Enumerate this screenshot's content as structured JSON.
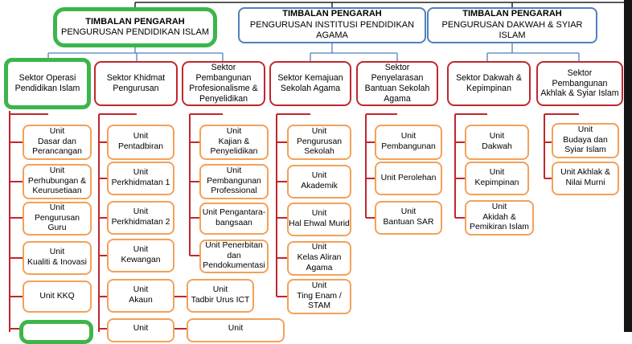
{
  "top_units": [
    {
      "id": "t1",
      "title": "TIMBALAN PENGARAH",
      "sub": "PENGURUSAN PENDIDIKAN ISLAM",
      "highlight": true
    },
    {
      "id": "t2",
      "title": "TIMBALAN PENGARAH",
      "sub": "PENGURUSAN INSTITUSI PENDIDIKAN\nAGAMA",
      "highlight": false
    },
    {
      "id": "t3",
      "title": "TIMBALAN PENGARAH",
      "sub": "PENGURUSAN DAKWAH & SYIAR\nISLAM",
      "highlight": false
    }
  ],
  "sectors": [
    {
      "id": "s1",
      "label": "Sektor Operasi\nPendidikan Islam",
      "highlight": true
    },
    {
      "id": "s2",
      "label": "Sektor Khidmat\nPengurusan",
      "highlight": false
    },
    {
      "id": "s3",
      "label": "Sektor\nPembangunan\nProfesionalisme &\nPenyelidikan",
      "highlight": false
    },
    {
      "id": "s4",
      "label": "Sektor Kemajuan\nSekolah Agama",
      "highlight": false
    },
    {
      "id": "s5",
      "label": "Sektor Penyelarasan\nBantuan Sekolah\nAgama",
      "highlight": false
    },
    {
      "id": "s6",
      "label": "Sektor Dakwah &\nKepimpinan",
      "highlight": false
    },
    {
      "id": "s7",
      "label": "Sektor\nPembangunan\nAkhlak & Syiar Islam",
      "highlight": false
    }
  ],
  "units": [
    {
      "id": "u1a",
      "label": "Unit\nDasar dan\nPerancangan"
    },
    {
      "id": "u1b",
      "label": "Unit\nPerhubungan &\nKeurusetiaan"
    },
    {
      "id": "u1c",
      "label": "Unit\nPengurusan\nGuru"
    },
    {
      "id": "u1d",
      "label": "Unit\nKualiti & Inovasi"
    },
    {
      "id": "u1e",
      "label": "Unit KKQ"
    },
    {
      "id": "u1f",
      "label": "",
      "highlight": true
    },
    {
      "id": "u2a",
      "label": "Unit\nPentadbiran"
    },
    {
      "id": "u2b",
      "label": "Unit\nPerkhidmatan 1"
    },
    {
      "id": "u2c",
      "label": "Unit\nPerkhidmatan 2"
    },
    {
      "id": "u2d",
      "label": "Unit\nKewangan"
    },
    {
      "id": "u2e",
      "label": "Unit\nAkaun"
    },
    {
      "id": "u2f",
      "label": "Unit"
    },
    {
      "id": "u2g",
      "label": "Unit\nTadbir Urus ICT"
    },
    {
      "id": "u2h",
      "label": "Unit"
    },
    {
      "id": "u3a",
      "label": "Unit\nKajian &\nPenyelidikan"
    },
    {
      "id": "u3b",
      "label": "Unit\nPembangunan\nProfessional"
    },
    {
      "id": "u3c",
      "label": "Unit Pengantara-\nbangsaan"
    },
    {
      "id": "u3d",
      "label": "Unit Penerbitan\ndan\nPendokumentasi"
    },
    {
      "id": "u4a",
      "label": "Unit\nPengurusan\nSekolah"
    },
    {
      "id": "u4b",
      "label": "Unit\nAkademik"
    },
    {
      "id": "u4c",
      "label": "Unit\nHal Ehwal Murid"
    },
    {
      "id": "u4d",
      "label": "Unit\nKelas Aliran\nAgama"
    },
    {
      "id": "u4e",
      "label": "Unit\nTing Enam /\nSTAM"
    },
    {
      "id": "u5a",
      "label": "Unit\nPembangunan"
    },
    {
      "id": "u5b",
      "label": "Unit Perolehan"
    },
    {
      "id": "u5c",
      "label": "Unit\nBantuan SAR"
    },
    {
      "id": "u6a",
      "label": "Unit\nDakwah"
    },
    {
      "id": "u6b",
      "label": "Unit\nKepimpinan"
    },
    {
      "id": "u6c",
      "label": "Unit\nAkidah &\nPemikiran Islam"
    },
    {
      "id": "u7a",
      "label": "Unit\nBudaya dan\nSyiar Islam"
    },
    {
      "id": "u7b",
      "label": "Unit Akhlak &\nNilai Murni"
    }
  ],
  "colors": {
    "top_border": "#4f81bd",
    "sector_border": "#c0272d",
    "unit_border": "#f3a159",
    "highlight": "#3cb54a",
    "connector_blue": "#4f81bd",
    "connector_red": "#c0272d"
  }
}
